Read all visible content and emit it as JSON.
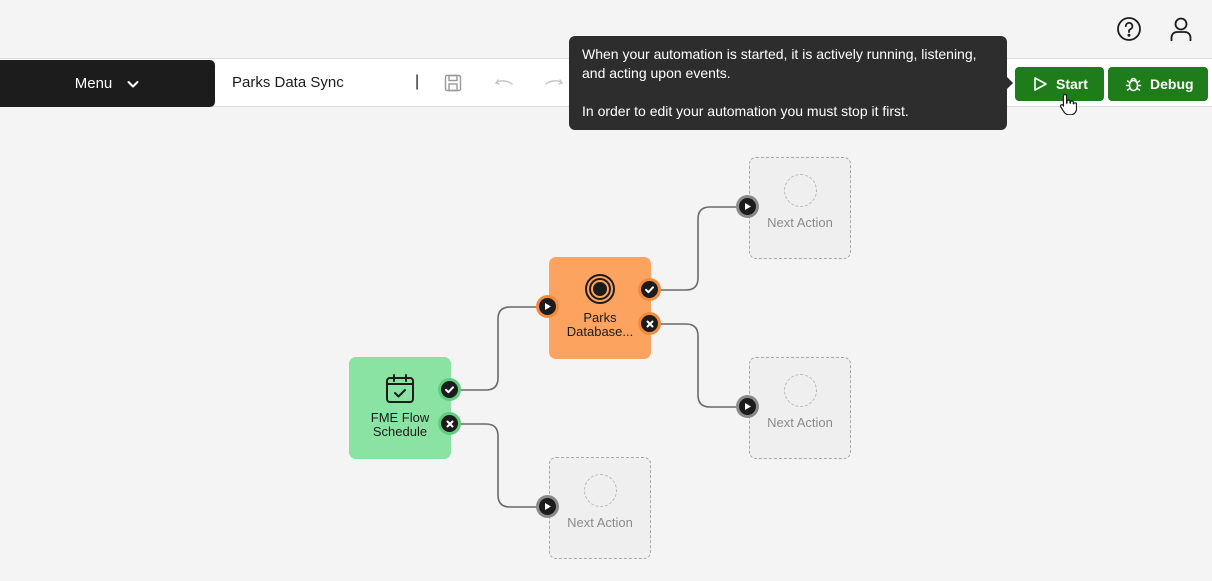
{
  "header": {
    "help_icon": "help-circle-icon",
    "user_icon": "user-icon"
  },
  "toolbar": {
    "menu_label": "Menu",
    "automation_name": "Parks Data Sync",
    "separator": "|",
    "start_label": "Start",
    "debug_label": "Debug"
  },
  "tooltip": {
    "line1": "When your automation is started, it is actively running, listening, and acting upon events.",
    "line2": "In order to edit your automation you must stop it first."
  },
  "nodes": {
    "trigger": {
      "label": "FME Flow Schedule",
      "color": "#8be3a3",
      "icon": "calendar-check-icon"
    },
    "action": {
      "label": "Parks Database...",
      "color": "#fba35f",
      "icon": "target-icon"
    },
    "placeholder_top": {
      "label": "Next Action"
    },
    "placeholder_middle": {
      "label": "Next Action"
    },
    "placeholder_bottom": {
      "label": "Next Action"
    }
  },
  "colors": {
    "accent_green": "#1e7d1a",
    "menu_dark": "#1c1c1c",
    "tooltip_bg": "#2d2d2d"
  }
}
